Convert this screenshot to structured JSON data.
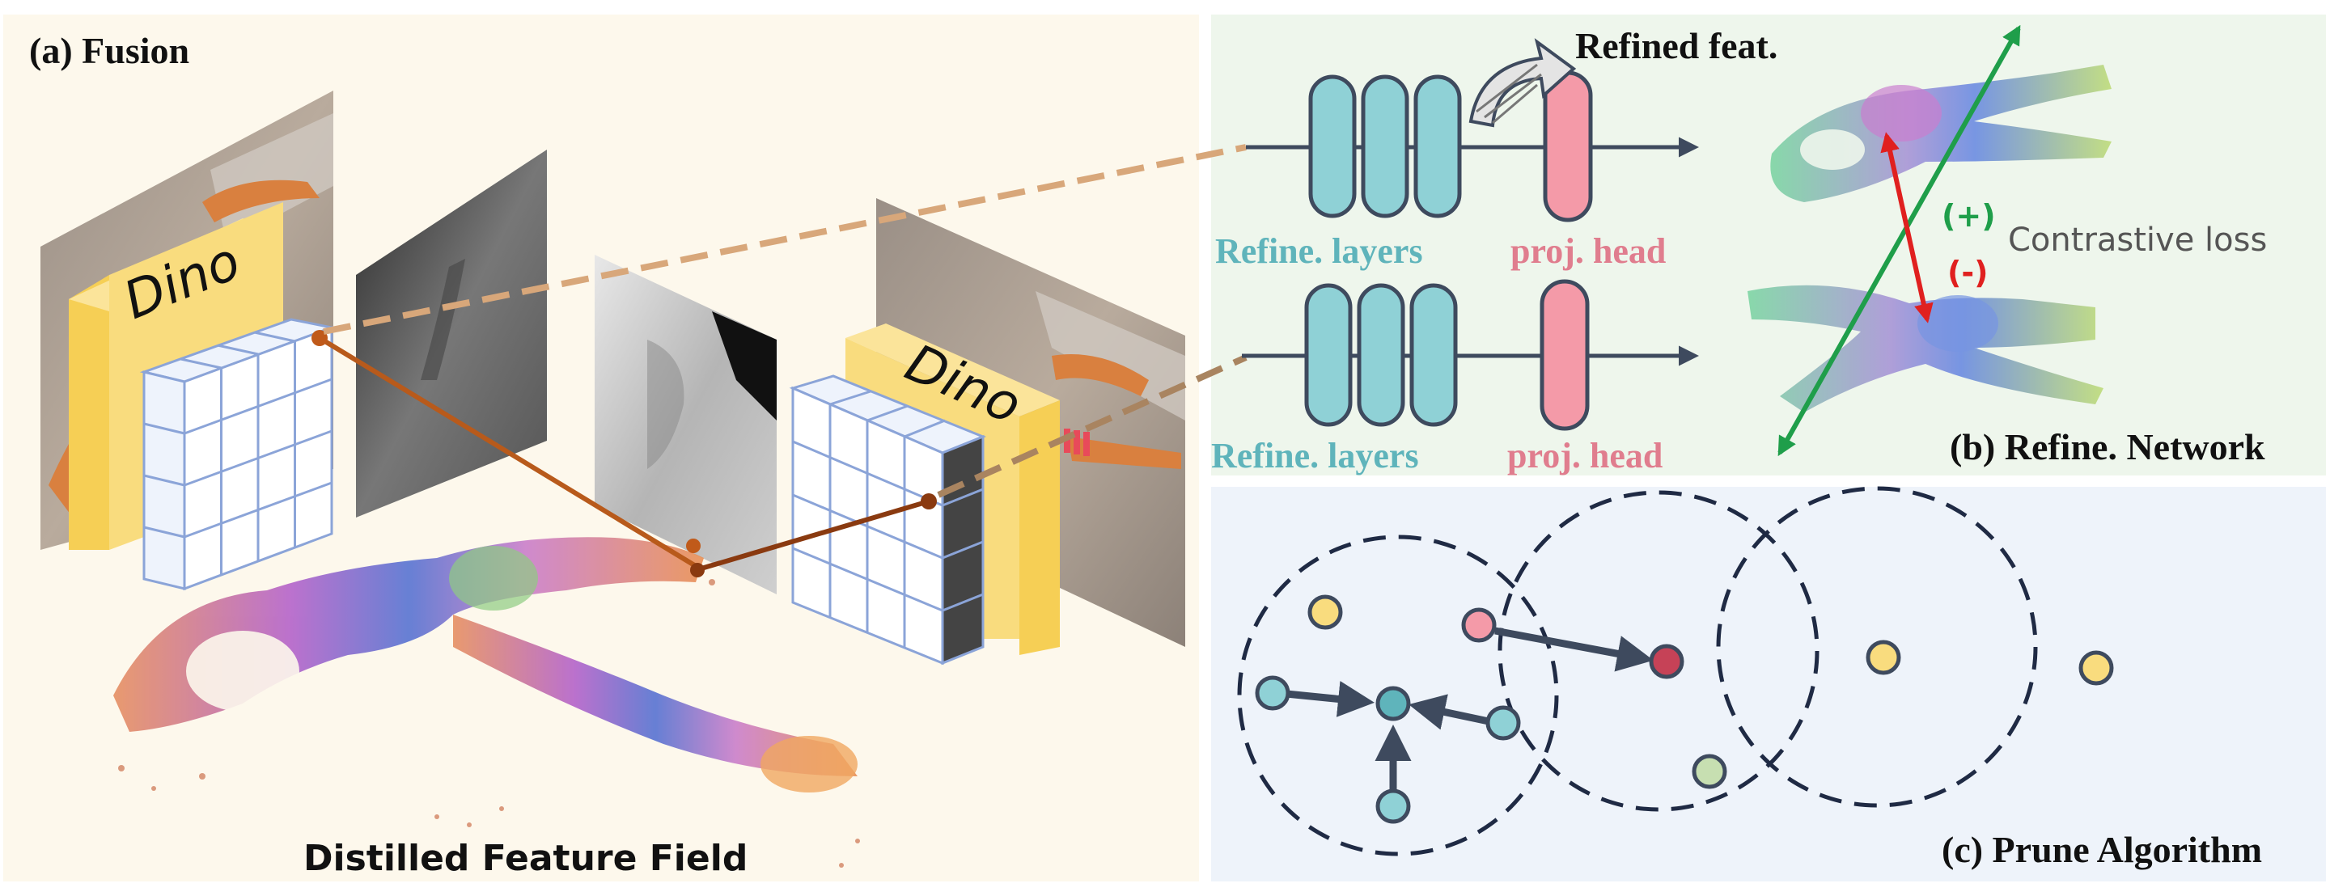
{
  "panels": {
    "fusion": {
      "label": "(a) Fusion",
      "dino_left": "Dino",
      "dino_right": "Dino",
      "caption": "Distilled Feature Field"
    },
    "refine": {
      "label": "(b) Refine. Network",
      "refined_feat": "Refined feat.",
      "layers_top": "Refine. layers",
      "head_top": "proj. head",
      "layers_bottom": "Refine. layers",
      "head_bottom": "proj. head",
      "positive": "(+)",
      "negative": "(-)",
      "loss": "Contrastive loss"
    },
    "prune": {
      "label": "(c) Prune Algorithm"
    }
  },
  "colors": {
    "fusion_bg": "#fdf8ec",
    "refine_bg": "#eef6ec",
    "prune_bg": "#eef3fa",
    "teal": "#8fd1d6",
    "teal_text": "#5fb4bb",
    "pink": "#f49aa8",
    "pink_text": "#e07d8e",
    "yellow": "#f9dc7e",
    "dark_node": "#c64257",
    "light_green_node": "#c7dfb1",
    "brown_link": "#b85a1b",
    "green_arrow": "#1f9e4a",
    "red_arrow": "#e0201f",
    "circle_stroke": "#1f2a44"
  },
  "icons": [
    "curved-arrow-icon"
  ]
}
